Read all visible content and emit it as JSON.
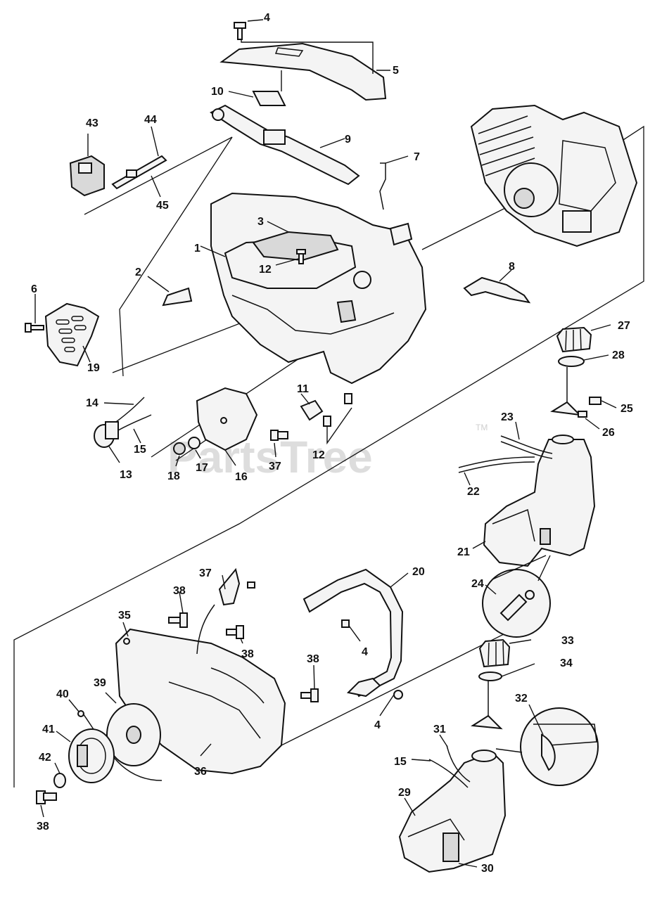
{
  "watermark": {
    "brand": "PartsTree",
    "trademark": "TM"
  },
  "callouts": {
    "c4a": "4",
    "c5": "5",
    "c10": "10",
    "c9": "9",
    "c7": "7",
    "c43": "43",
    "c44": "44",
    "c45": "45",
    "c3": "3",
    "c1": "1",
    "c12a": "12",
    "c2": "2",
    "c8": "8",
    "c6": "6",
    "c19": "19",
    "c14": "14",
    "c15a": "15",
    "c13": "13",
    "c11": "11",
    "c18": "18",
    "c17": "17",
    "c16": "16",
    "c37a": "37",
    "c12b": "12",
    "c27": "27",
    "c28": "28",
    "c25": "25",
    "c26": "26",
    "c23": "23",
    "c22": "22",
    "c21": "21",
    "c24": "24",
    "c20": "20",
    "c37b": "37",
    "c38a": "38",
    "c35": "35",
    "c38b": "38",
    "c4b": "4",
    "c38c": "38",
    "c39": "39",
    "c40": "40",
    "c41": "41",
    "c42": "42",
    "c36": "36",
    "c4c": "4",
    "c38d": "38",
    "c33": "33",
    "c34": "34",
    "c32": "32",
    "c31": "31",
    "c15b": "15",
    "c29": "29",
    "c30": "30"
  }
}
